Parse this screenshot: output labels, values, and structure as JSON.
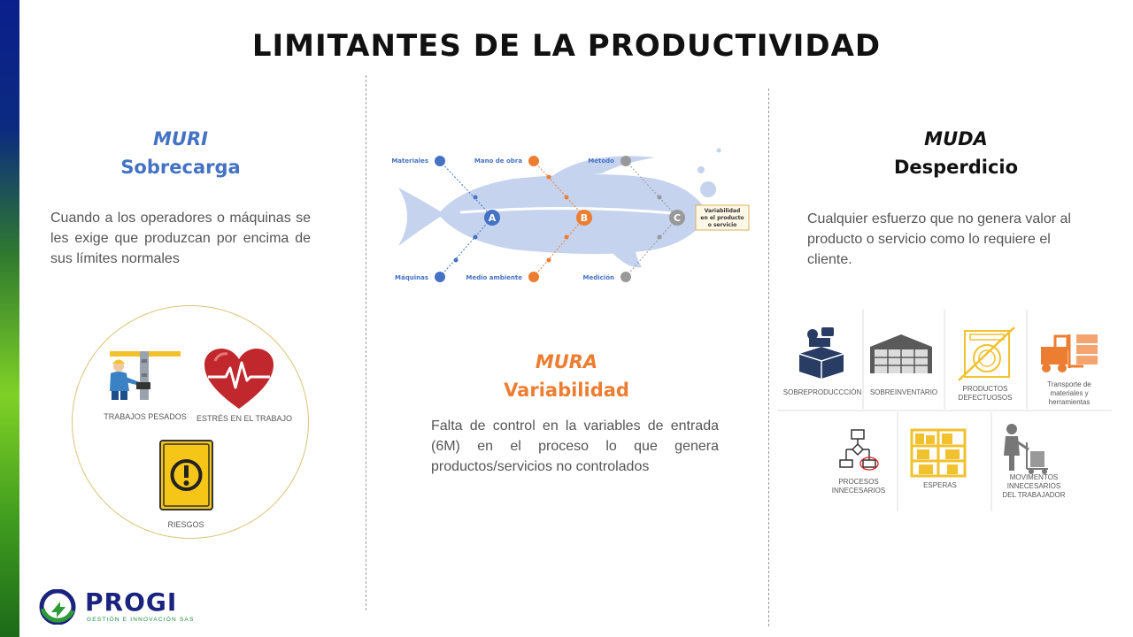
{
  "title": "LIMITANTES DE LA PRODUCTIVIDAD",
  "muri": {
    "name": "MURI",
    "subtitle": "Sobrecarga",
    "description": "Cuando a los operadores o máquinas se les exige que produzcan por encima de sus límites normales",
    "items": [
      "TRABAJOS PESADOS",
      "ESTRÉS EN EL TRABAJO",
      "RIESGOS"
    ]
  },
  "mura": {
    "name": "MURA",
    "subtitle": "Variabilidad",
    "description": "Falta de control en la variables de entrada (6M)  en el proceso lo que genera productos/servicios no controlados",
    "diagram": {
      "top_labels": [
        "Materiales",
        "Mano de obra",
        "Método"
      ],
      "bottom_labels": [
        "Máquinas",
        "Medio ambiente",
        "Medición"
      ],
      "nodes": [
        "A",
        "B",
        "C"
      ],
      "effect_lines": [
        "Variabilidad",
        "en el producto",
        "o servicio"
      ]
    }
  },
  "muda": {
    "name": "MUDA",
    "subtitle": "Desperdicio",
    "description": "Cualquier esfuerzo que no genera valor al producto o servicio como lo requiere el cliente.",
    "top_labels": [
      [
        "SOBREPRODUCCCIÓN"
      ],
      [
        "SOBREINVENTARIO"
      ],
      [
        "PRODUCTOS",
        "DEFECTUOSOS"
      ],
      [
        "Transporte de",
        "materiales y",
        "herramientas"
      ]
    ],
    "bottom_labels": [
      [
        "PROCESOS",
        "INNECESARIOS"
      ],
      [
        "ESPERAS"
      ],
      [
        "MOVIMENTOS",
        "INNECESARIOS",
        "DEL TRABAJADOR"
      ]
    ]
  },
  "brand": {
    "name": "PROGI",
    "tagline": "GESTIÓN E INNOVACIÓN SAS"
  },
  "colors": {
    "muri": "#4472c4",
    "mura": "#ed7d31",
    "fish": "#c5d3ee",
    "muda_icon": "#3f4b63",
    "muda_orange": "#ed7d31",
    "muda_yellow": "#f2c12e"
  }
}
